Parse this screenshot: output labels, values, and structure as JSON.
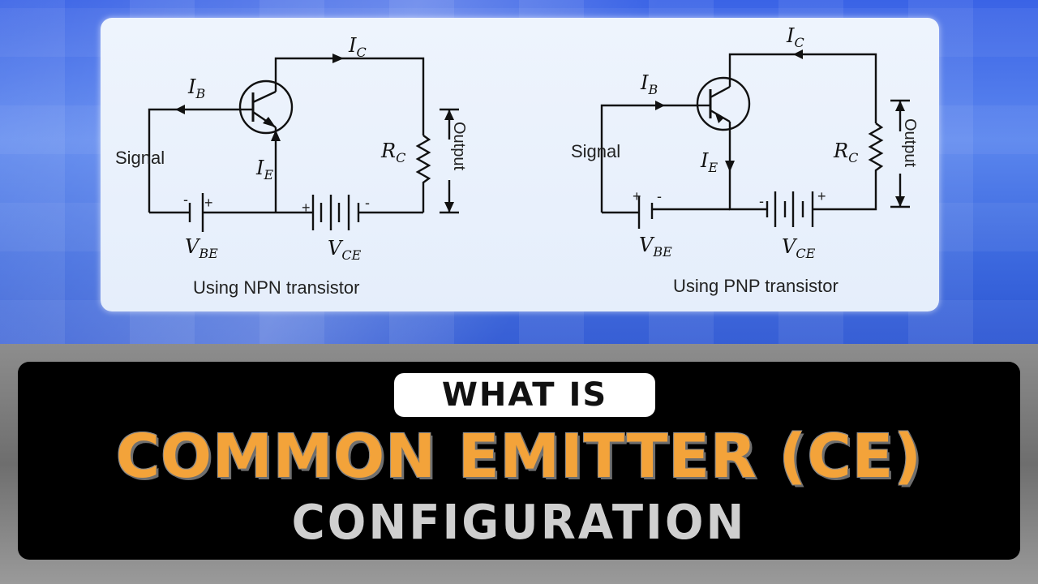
{
  "diagram": {
    "npn": {
      "caption": "Using NPN transistor",
      "signal": "Signal",
      "ib": "I",
      "ib_sub": "B",
      "ic": "I",
      "ic_sub": "C",
      "ie": "I",
      "ie_sub": "E",
      "rc": "R",
      "rc_sub": "C",
      "vbe": "V",
      "vbe_sub": "BE",
      "vce": "V",
      "vce_sub": "CE",
      "output": "Output"
    },
    "pnp": {
      "caption": "Using PNP transistor",
      "signal": "Signal",
      "ib": "I",
      "ib_sub": "B",
      "ic": "I",
      "ic_sub": "C",
      "ie": "I",
      "ie_sub": "E",
      "rc": "R",
      "rc_sub": "C",
      "vbe": "V",
      "vbe_sub": "BE",
      "vce": "V",
      "vce_sub": "CE",
      "output": "Output"
    },
    "plus": "+",
    "minus": "-"
  },
  "banner": {
    "what_is": "WHAT IS",
    "title": "COMMON EMITTER (CE)",
    "subtitle": "CONFIGURATION"
  },
  "colors": {
    "accent_orange": "#f3a33a",
    "banner_black": "#000000",
    "background_blue": "#3a63e6"
  }
}
